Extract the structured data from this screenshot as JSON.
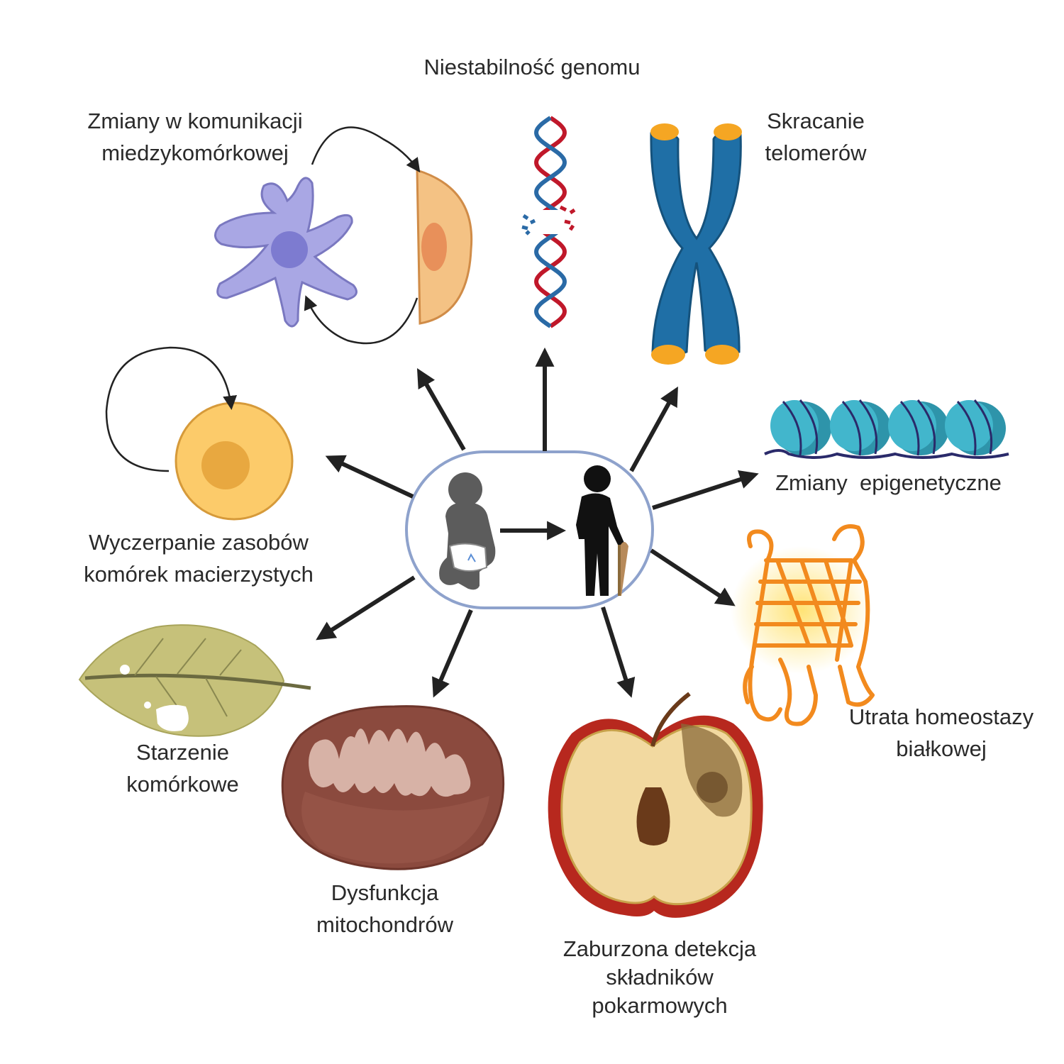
{
  "center": {
    "from_icon": "baby-icon",
    "to_icon": "elderly-person-with-cane-icon"
  },
  "hallmarks": [
    {
      "id": "genome",
      "icon": "dna-double-helix-icon",
      "lines": [
        "Niestabilność genomu"
      ]
    },
    {
      "id": "telomeres",
      "icon": "chromosome-icon",
      "lines": [
        "Skracanie",
        "telomerów"
      ]
    },
    {
      "id": "epigenetic",
      "icon": "nucleosome-chain-icon",
      "lines": [
        "Zmiany  epigenetyczne"
      ]
    },
    {
      "id": "proteostasis",
      "icon": "protein-icon",
      "lines": [
        "Utrata homeostazy",
        "białkowej"
      ]
    },
    {
      "id": "nutrient",
      "icon": "rotten-apple-icon",
      "lines": [
        "Zaburzona detekcja",
        "składników",
        "pokarmowych"
      ]
    },
    {
      "id": "mitochondria",
      "icon": "mitochondrion-icon",
      "lines": [
        "Dysfunkcja",
        "mitochondrów"
      ]
    },
    {
      "id": "senescence",
      "icon": "withered-leaf-icon",
      "lines": [
        "Starzenie",
        "komórkowe"
      ]
    },
    {
      "id": "stemcell",
      "icon": "stem-cell-icon",
      "lines": [
        "Wyczerpanie zasobów",
        "komórek macierzystych"
      ]
    },
    {
      "id": "communication",
      "icon": "cell-communication-icon",
      "lines": [
        "Zmiany w komunikacji",
        "miedzykomórkowej"
      ]
    }
  ],
  "colors": {
    "arrow": "#222222",
    "center_border": "#8ea2cc",
    "dna_red": "#c0182a",
    "dna_blue": "#2a6aa6",
    "chromosome": "#1f6fa6",
    "telomere": "#f5a623",
    "nucleosome": "#42b6cc",
    "protein": "#f28a1e",
    "apple_skin": "#b7281e",
    "apple_flesh": "#f2d9a0",
    "mitochondrion": "#8b4a3e",
    "leaf": "#c6c17a",
    "stem_cell": "#fccb6a",
    "dendritic_cell": "#a9a7e4",
    "target_cell": "#f4c284"
  }
}
